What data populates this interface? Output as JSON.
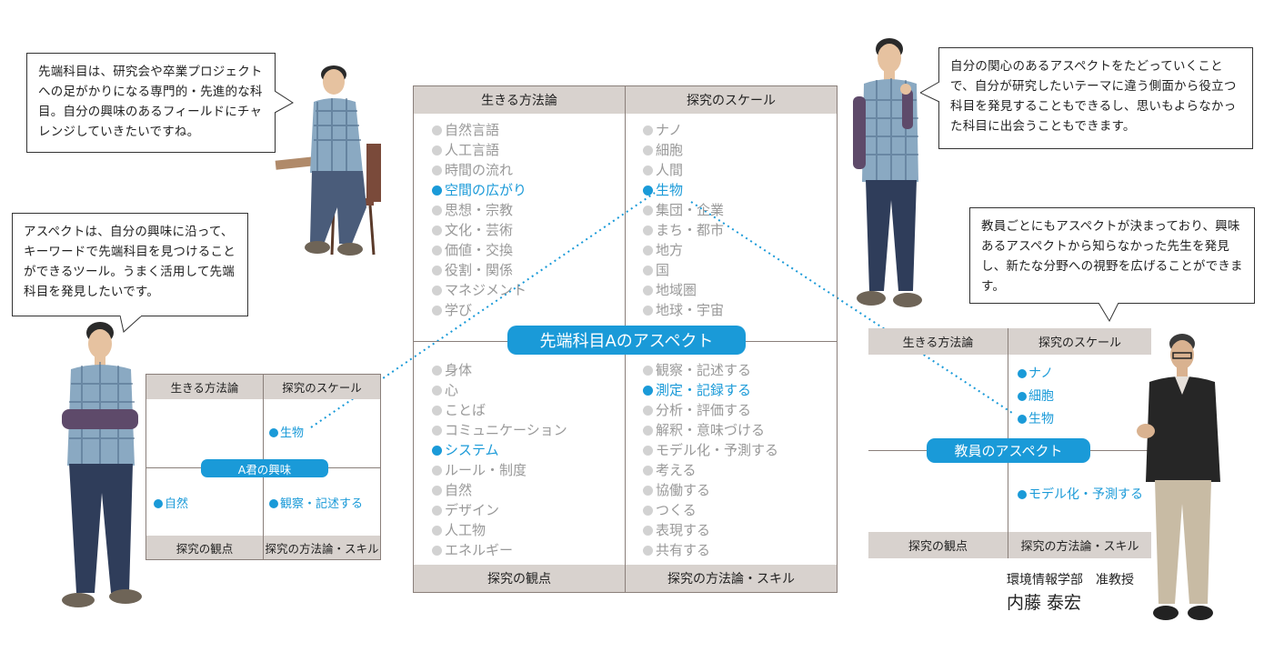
{
  "bubbles": {
    "top_left": "先端科目は、研究会や卒業プロジェクトへの足がかりになる専門的・先進的な科目。自分の興味のあるフィールドにチャレンジしていきたいですね。",
    "mid_left": "アスペクトは、自分の興味に沿って、キーワードで先端科目を見つけることができるツール。うまく活用して先端科目を発見したいです。",
    "top_right": "自分の関心のあるアスペクトをたどっていくことで、自分が研究したいテーマに違う側面から役立つ科目を発見することもできるし、思いもよらなかった科目に出会うこともできます。",
    "mid_right": "教員ごとにもアスペクトが決まっており、興味あるアスペクトから知らなかった先生を発見し、新たな分野への視野を広げることができます。"
  },
  "main_matrix": {
    "header_left": "生きる方法論",
    "header_right": "探究のスケール",
    "footer_left": "探究の観点",
    "footer_right": "探究の方法論・スキル",
    "center_label": "先端科目Aのアスペクト",
    "top_left_items": [
      {
        "label": "自然言語",
        "on": false
      },
      {
        "label": "人工言語",
        "on": false
      },
      {
        "label": "時間の流れ",
        "on": false
      },
      {
        "label": "空間の広がり",
        "on": true
      },
      {
        "label": "思想・宗教",
        "on": false
      },
      {
        "label": "文化・芸術",
        "on": false
      },
      {
        "label": "価値・交換",
        "on": false
      },
      {
        "label": "役割・関係",
        "on": false
      },
      {
        "label": "マネジメント",
        "on": false
      },
      {
        "label": "学び",
        "on": false
      }
    ],
    "top_right_items": [
      {
        "label": "ナノ",
        "on": false
      },
      {
        "label": "細胞",
        "on": false
      },
      {
        "label": "人間",
        "on": false
      },
      {
        "label": "生物",
        "on": true
      },
      {
        "label": "集団・企業",
        "on": false
      },
      {
        "label": "まち・都市",
        "on": false
      },
      {
        "label": "地方",
        "on": false
      },
      {
        "label": "国",
        "on": false
      },
      {
        "label": "地域圏",
        "on": false
      },
      {
        "label": "地球・宇宙",
        "on": false
      }
    ],
    "bottom_left_items": [
      {
        "label": "身体",
        "on": false
      },
      {
        "label": "心",
        "on": false
      },
      {
        "label": "ことば",
        "on": false
      },
      {
        "label": "コミュニケーション",
        "on": false
      },
      {
        "label": "システム",
        "on": true
      },
      {
        "label": "ルール・制度",
        "on": false
      },
      {
        "label": "自然",
        "on": false
      },
      {
        "label": "デザイン",
        "on": false
      },
      {
        "label": "人工物",
        "on": false
      },
      {
        "label": "エネルギー",
        "on": false
      }
    ],
    "bottom_right_items": [
      {
        "label": "観察・記述する",
        "on": false
      },
      {
        "label": "測定・記録する",
        "on": true
      },
      {
        "label": "分析・評価する",
        "on": false
      },
      {
        "label": "解釈・意味づける",
        "on": false
      },
      {
        "label": "モデル化・予測する",
        "on": false
      },
      {
        "label": "考える",
        "on": false
      },
      {
        "label": "協働する",
        "on": false
      },
      {
        "label": "つくる",
        "on": false
      },
      {
        "label": "表現する",
        "on": false
      },
      {
        "label": "共有する",
        "on": false
      }
    ]
  },
  "student_matrix": {
    "header_left": "生きる方法論",
    "header_right": "探究のスケール",
    "footer_left": "探究の観点",
    "footer_right": "探究の方法論・スキル",
    "center_label": "A君の興味",
    "item_top_right": "生物",
    "item_bottom_left": "自然",
    "item_bottom_right": "観察・記述する"
  },
  "teacher_matrix": {
    "header_left": "生きる方法論",
    "header_right": "探究のスケール",
    "footer_left": "探究の観点",
    "footer_right": "探究の方法論・スキル",
    "center_label": "教員のアスペクト",
    "items_top_right": [
      "ナノ",
      "細胞",
      "生物"
    ],
    "item_bottom_right": "モデル化・予測する"
  },
  "teacher_caption": {
    "affiliation": "環境情報学部　准教授",
    "name": "内藤 泰宏"
  },
  "colors": {
    "accent": "#1a9ad8",
    "header_bg": "#d8d2ce",
    "inactive_text": "#999999",
    "inactive_dot": "#d2d2d2"
  }
}
